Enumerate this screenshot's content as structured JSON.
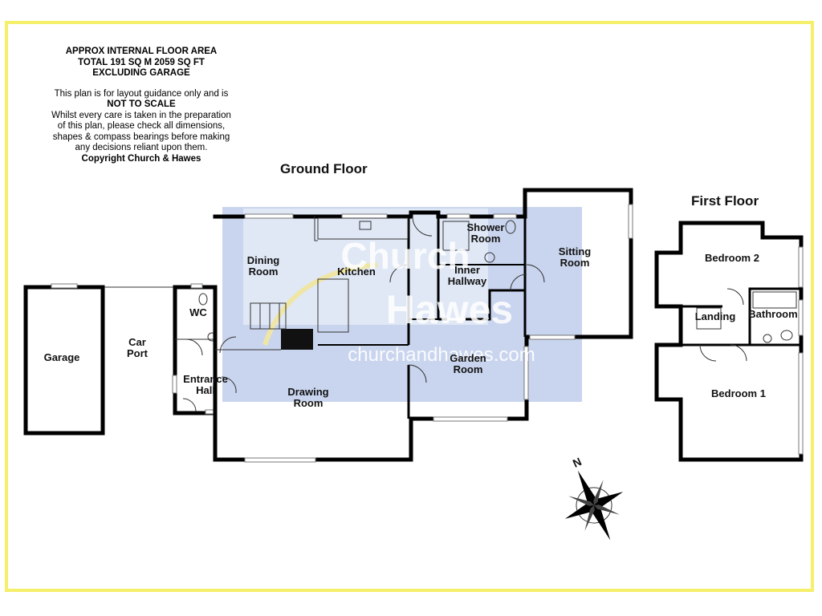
{
  "notes": {
    "area_line1": "APPROX INTERNAL FLOOR AREA",
    "area_line2": "TOTAL 191 SQ M 2059 SQ FT",
    "area_line3": "EXCLUDING GARAGE",
    "disclaimer1": "This plan is for layout guidance only and is",
    "disclaimer2": "NOT TO SCALE",
    "disclaimer3": "Whilst every care is taken in the preparation",
    "disclaimer4": "of this plan, please check all dimensions,",
    "disclaimer5": "shapes & compass bearings before making",
    "disclaimer6": "any decisions reliant upon them.",
    "copyright": "Copyright Church & Hawes"
  },
  "floors": {
    "ground": "Ground Floor",
    "first": "First Floor"
  },
  "rooms": {
    "garage": "Garage",
    "car": "Car",
    "port": "Port",
    "wc": "WC",
    "entrance": "Entrance",
    "hall": "Hall",
    "dining1": "Dining",
    "dining2": "Room",
    "kitchen": "Kitchen",
    "shower1": "Shower",
    "shower2": "Room",
    "inner1": "Inner",
    "inner2": "Hallway",
    "sitting1": "Sitting",
    "sitting2": "Room",
    "garden1": "Garden",
    "garden2": "Room",
    "drawing1": "Drawing",
    "drawing2": "Room",
    "bedroom2": "Bedroom 2",
    "landing": "Landing",
    "bathroom": "Bathroom",
    "bedroom1": "Bedroom 1"
  },
  "compass": {
    "north": "N"
  },
  "watermark": {
    "line1": "Church",
    "line2": "Hawes",
    "url": "churchandhawes.com",
    "color": "#c9d5ee"
  }
}
